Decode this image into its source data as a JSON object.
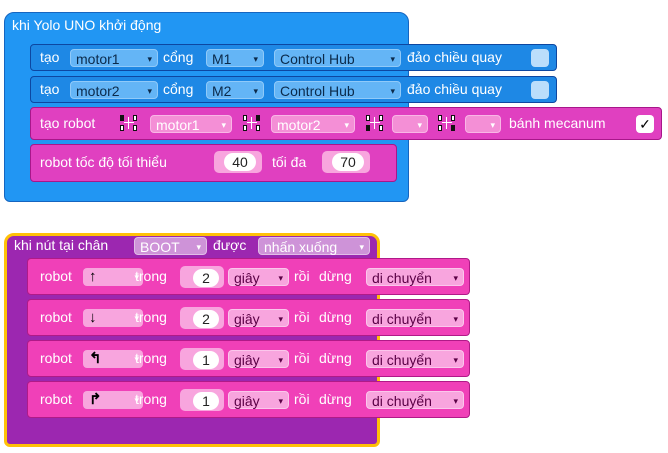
{
  "event1": {
    "label": "khi Yolo UNO khởi động",
    "motor1": {
      "create": "tạo",
      "name": "motor1",
      "port_word": "cổng",
      "port": "M1",
      "hub": "Control Hub",
      "reverse": "đảo chiều quay"
    },
    "motor2": {
      "create": "tạo",
      "name": "motor2",
      "port_word": "cổng",
      "port": "M2",
      "hub": "Control Hub",
      "reverse": "đảo chiều quay"
    },
    "robot": {
      "label": "tạo robot",
      "m1": "motor1",
      "m2": "motor2",
      "m3": "",
      "m4": "",
      "mecanum": "bánh mecanum",
      "mecanum_check": "✓"
    },
    "speed": {
      "label": "robot tốc độ tối thiểu",
      "min": "40",
      "max_label": "tối đa",
      "max": "70"
    }
  },
  "event2": {
    "label": "khi nút tại chân",
    "pin": "BOOT",
    "got": "được",
    "action": "nhấn xuống",
    "rows": [
      {
        "robot": "robot",
        "dir": "↑",
        "in": "trong",
        "time": "2",
        "unit": "giây",
        "then": "rồi",
        "stop": "dừng",
        "mode": "di chuyển"
      },
      {
        "robot": "robot",
        "dir": "↓",
        "in": "trong",
        "time": "2",
        "unit": "giây",
        "then": "rồi",
        "stop": "dừng",
        "mode": "di chuyển"
      },
      {
        "robot": "robot",
        "dir": "↰",
        "in": "trong",
        "time": "1",
        "unit": "giây",
        "then": "rồi",
        "stop": "dừng",
        "mode": "di chuyển"
      },
      {
        "robot": "robot",
        "dir": "↱",
        "in": "trong",
        "time": "1",
        "unit": "giây",
        "then": "rồi",
        "stop": "dừng",
        "mode": "di chuyển"
      }
    ]
  },
  "icons": {
    "dropdown": "▾"
  },
  "colors": {
    "event_blue": "#2196f3",
    "motor_block": "#1e88e5",
    "robot_block": "#e040c0",
    "event_purple": "#9c27b0",
    "outline_yellow": "#ffc107"
  }
}
